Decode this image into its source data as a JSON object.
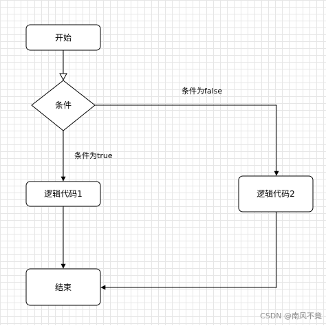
{
  "diagram": {
    "nodes": {
      "start": {
        "label": "开始",
        "shape": "rounded-rect"
      },
      "condition": {
        "label": "条件",
        "shape": "diamond"
      },
      "logic1": {
        "label": "逻辑代码1",
        "shape": "rounded-rect"
      },
      "logic2": {
        "label": "逻辑代码2",
        "shape": "rounded-rect"
      },
      "end": {
        "label": "结束",
        "shape": "rounded-rect"
      }
    },
    "edges": {
      "false_label": "条件为false",
      "true_label": "条件为true"
    }
  },
  "watermark": {
    "text": "CSDN @南风不竟"
  },
  "colors": {
    "stroke": "#000000",
    "node_fill": "#ffffff",
    "grid": "#e6e6e6"
  }
}
